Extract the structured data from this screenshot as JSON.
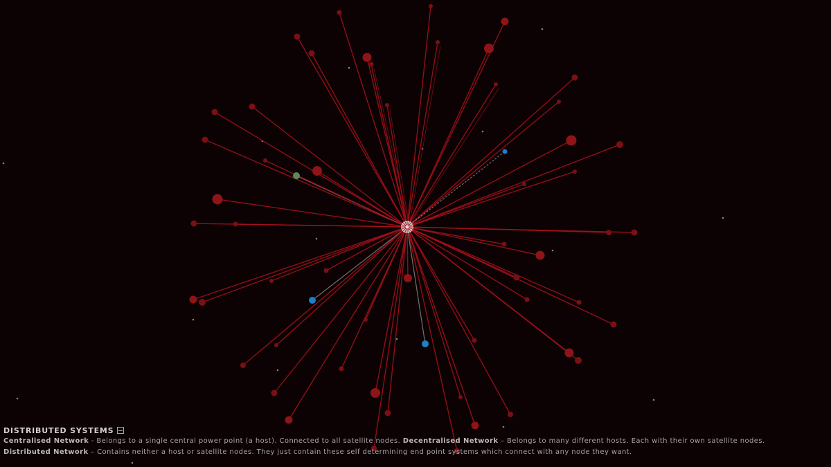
{
  "panel": {
    "title": "DISTRIBUTED SYSTEMS",
    "toggle_icon": "collapse-minus-icon",
    "line1": {
      "term1": "Centralised Network",
      "text1": " - Belongs to a single central power point (a host). Connected to all satellite nodes. ",
      "term2": "Decentralised Network",
      "text2": " – Belongs to many different hosts. Each with their own satellite nodes."
    },
    "line2": {
      "term1": "Distributed Network",
      "text1": " – Contains neither a host or satellite nodes. They just contain these self determining end point systems which connect with any node they want."
    }
  },
  "colors": {
    "background": "#0c0204",
    "edge": "#a8121a",
    "node": "#7a1014",
    "node_bright": "#8e1418",
    "blue_node": "#1f7fc4",
    "green_node": "#5a8a58",
    "grey_edge": "#8c8c8c",
    "hub": "#e6dcdc"
  }
}
